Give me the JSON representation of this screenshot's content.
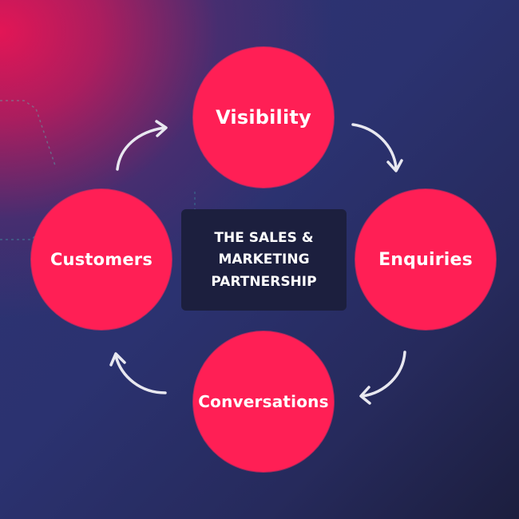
{
  "diagram": {
    "center": {
      "lines": [
        "THE SALES &",
        "MARKETING",
        "PARTNERSHIP"
      ]
    },
    "nodes": {
      "visibility": "Visibility",
      "enquiries": "Enquiries",
      "conversations": "Conversations",
      "customers": "Customers"
    },
    "colors": {
      "node_fill": "#ff1f55",
      "center_box": "#1c1f3e",
      "arrow": "#e8e8f0",
      "background_dark": "#2b3270",
      "background_accent": "#ec1454"
    }
  }
}
